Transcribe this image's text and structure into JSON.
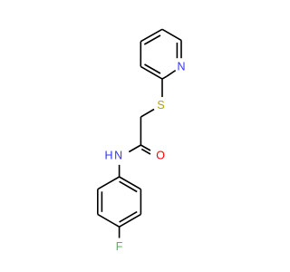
{
  "molecule": {
    "atoms": [
      {
        "id": "N_pyridine",
        "symbol": "N",
        "color": "#3333ff"
      },
      {
        "id": "S",
        "symbol": "S",
        "color": "#b2a200"
      },
      {
        "id": "O",
        "symbol": "O",
        "color": "#ff0000"
      },
      {
        "id": "N_amide",
        "symbol": "N",
        "color": "#3333ff"
      },
      {
        "id": "N_amide_H",
        "symbol": "H",
        "color": "#3333ff"
      },
      {
        "id": "F",
        "symbol": "F",
        "color": "#33cc33"
      }
    ],
    "bond_color": "#000000"
  }
}
